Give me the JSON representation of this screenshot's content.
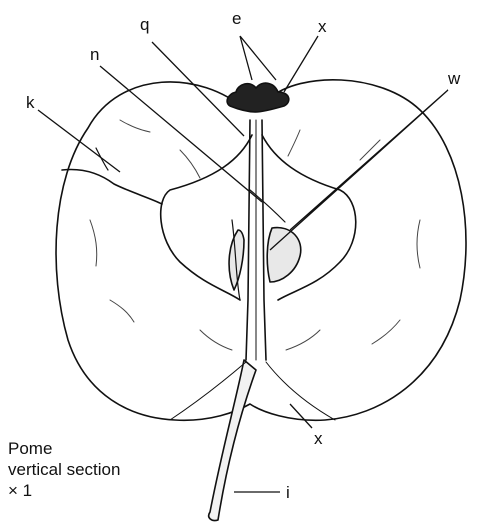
{
  "labels": {
    "e": "e",
    "x_top": "x",
    "q": "q",
    "n": "n",
    "w": "w",
    "k": "k",
    "x_bottom": "x",
    "i": "i"
  },
  "caption": {
    "line1": "Pome",
    "line2": "vertical section",
    "line3": "× 1"
  },
  "colors": {
    "ink": "#111111",
    "paper": "#ffffff"
  }
}
